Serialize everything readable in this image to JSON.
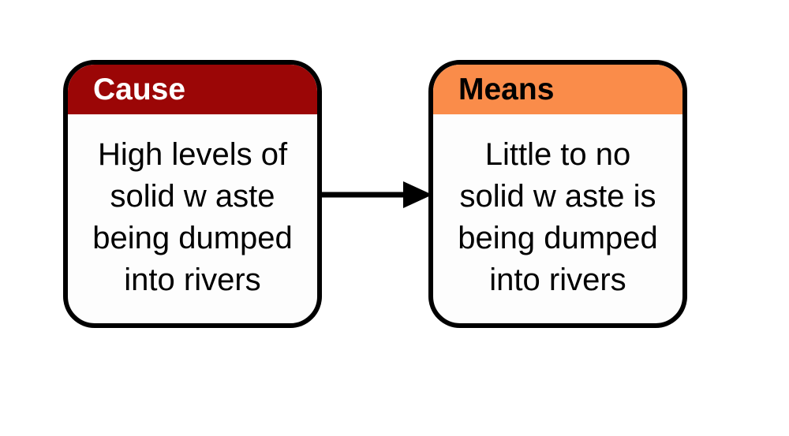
{
  "diagram": {
    "boxes": [
      {
        "id": "cause",
        "title": "Cause",
        "header_color": "#9B0606",
        "title_color": "#FFFFFF",
        "body_lines": [
          "High levels of",
          "solid w aste",
          "being dumped",
          "into rivers"
        ]
      },
      {
        "id": "means",
        "title": "Means",
        "header_color": "#FA8C4A",
        "title_color": "#000000",
        "body_lines": [
          "Little to no",
          "solid w aste is",
          "being dumped",
          "into rivers"
        ]
      }
    ],
    "connector": {
      "type": "arrow",
      "from": "Cause",
      "to": "Means",
      "color": "#000000"
    }
  }
}
